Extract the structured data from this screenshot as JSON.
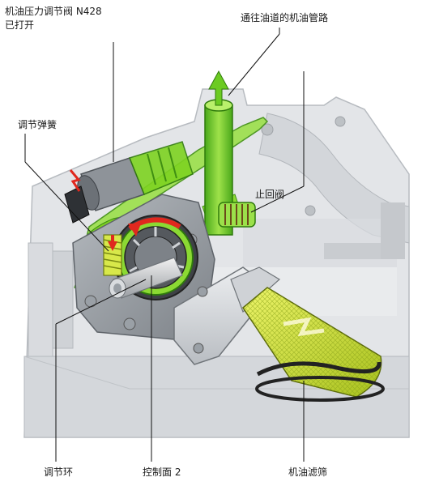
{
  "labels": {
    "valve_n428_line1": "机油压力调节阀 N428",
    "valve_n428_line2": "已打开",
    "oil_channel_pipe": "通往油道的机油管路",
    "control_spring": "调节弹簧",
    "check_valve": "止回阀",
    "adjusting_ring": "调节环",
    "control_surface_2": "控制面 2",
    "oil_strainer": "机油滤筛"
  },
  "colors": {
    "oil_green": "#7ed321",
    "oil_green_dark": "#3f8f12",
    "strainer_yellow": "#d8e84a",
    "flow_arrow_red": "#e0281e",
    "housing_gray": "#cfd2d6",
    "housing_dark": "#7f848a"
  }
}
